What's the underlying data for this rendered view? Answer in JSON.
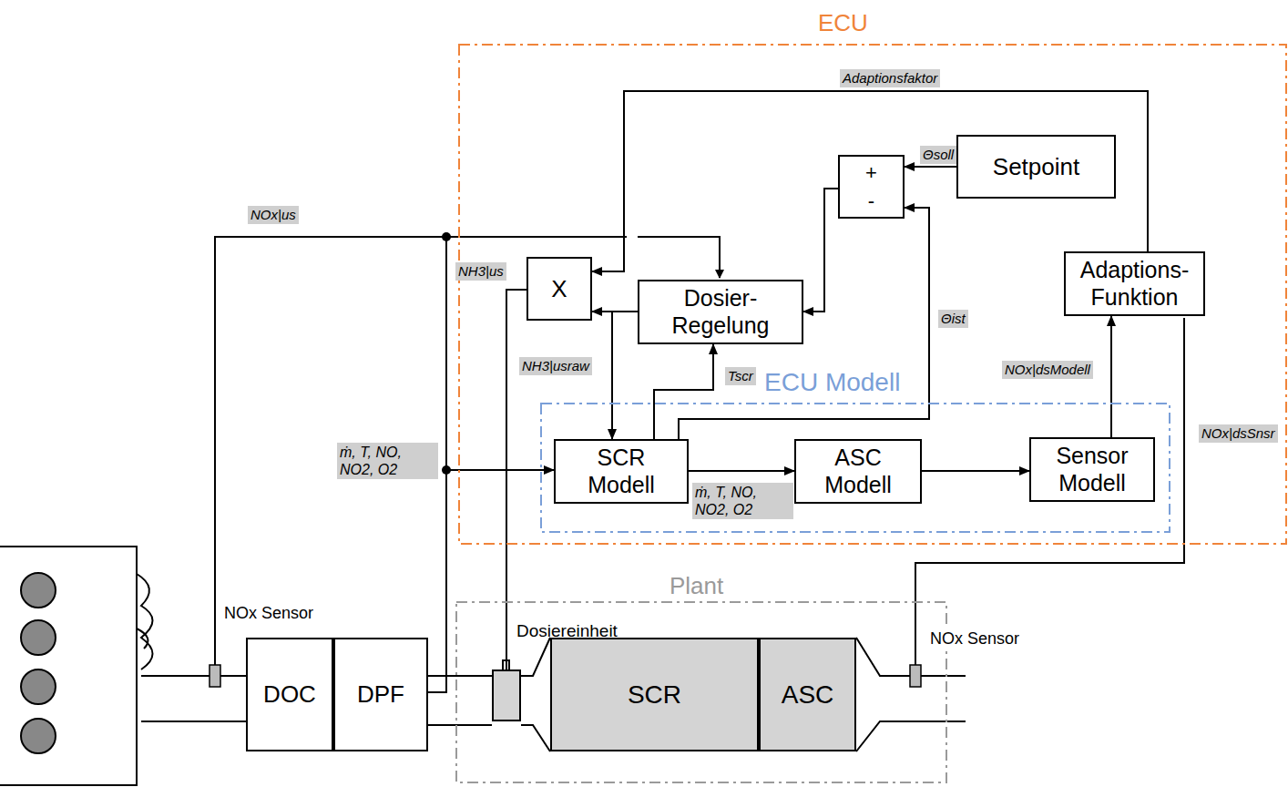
{
  "diagram": {
    "nodes": [
      {
        "text": [
          "ECU"
        ]
      },
      {
        "text": [
          "Setpoint"
        ],
        "in": 0
      },
      {
        "text": [
          "+",
          "-"
        ],
        "in": 0
      },
      {
        "text": [
          "X"
        ],
        "in": 0
      },
      {
        "text": [
          "Dosier- Regelung"
        ],
        "in": 0
      },
      {
        "text": [
          "Adaptions- Funktion"
        ],
        "in": 0
      },
      {
        "text": [
          "ECU Modell"
        ],
        "in": 0
      },
      {
        "text": [
          "SCR Modell"
        ],
        "in": 6
      },
      {
        "text": [
          "ASC Modell"
        ],
        "in": 6
      },
      {
        "text": [
          "Sensor Modell"
        ],
        "in": 6
      },
      {
        "text": [
          "Plant"
        ]
      },
      {
        "text": [
          "SCR"
        ],
        "in": 10
      },
      {
        "text": [
          "ASC"
        ],
        "in": 10
      },
      {
        "text": [
          "DOC"
        ]
      },
      {
        "text": [
          "DPF"
        ]
      },
      {
        "text": [
          "Dosiereinheit"
        ],
        "in": 10
      }
    ],
    "edges": [
      {
        "from": 1,
        "to": 2,
        "arrow": "to",
        "label": "Θsoll"
      },
      {
        "from": 2,
        "to": 4,
        "arrow": "to"
      },
      {
        "from": 7,
        "to": 2,
        "arrow": "to",
        "label": "Θist"
      },
      {
        "from": 7,
        "to": 4,
        "arrow": "to",
        "label": "Tscr"
      },
      {
        "from": 4,
        "to": 3,
        "arrow": "to"
      },
      {
        "from": 4,
        "to": 7,
        "arrow": "to",
        "label": "NH3|usraw"
      },
      {
        "from": 5,
        "to": 3,
        "arrow": "to",
        "label": "Adaptionsfaktor"
      },
      {
        "from": 3,
        "to": 15,
        "arrow": "none",
        "label": "NH3|us"
      },
      {
        "from": 7,
        "to": 8,
        "arrow": "to",
        "label": "ṁ, T, NO, NO2, O2"
      },
      {
        "from": 8,
        "to": 9,
        "arrow": "to"
      },
      {
        "from": 9,
        "to": 5,
        "arrow": "to",
        "label": "NOx|dsModell"
      },
      {
        "from": 14,
        "to": 7,
        "arrow": "to",
        "label": "ṁ, T, NO, NO2, O2"
      }
    ],
    "labels": [
      "NOx|us",
      "NOx|dsSnsr",
      "NOx Sensor",
      "NOx Sensor"
    ]
  }
}
